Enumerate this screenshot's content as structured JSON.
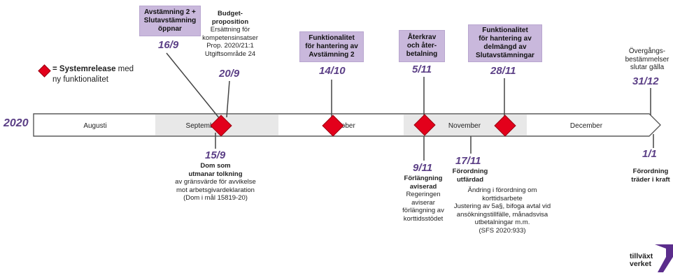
{
  "year": "2020",
  "legend": {
    "label_bold": "Systemrelease",
    "label_rest_1": " med",
    "label_rest_2": "ny funktionalitet",
    "equals": "="
  },
  "months": [
    "Augusti",
    "September",
    "Oktober",
    "November",
    "December"
  ],
  "top": {
    "m1": {
      "box": [
        "Avstämning 2 +",
        "Slutavstämning",
        "öppnar"
      ],
      "date": "16/9"
    },
    "m2": {
      "title": [
        "Budget-",
        "proposition"
      ],
      "text": [
        "Ersättning för",
        "kompetensinsatser",
        "Prop. 2020/21:1",
        "Utgiftsområde 24"
      ],
      "date": "20/9"
    },
    "m3": {
      "box": [
        "Funktionalitet",
        "för hantering av",
        "Avstämning 2"
      ],
      "date": "14/10"
    },
    "m4": {
      "box": [
        "Återkrav",
        "och åter-",
        "betalning"
      ],
      "date": "5/11"
    },
    "m5": {
      "box": [
        "Funktionalitet",
        "för hantering av",
        "delmängd av",
        "Slutavstämningar"
      ],
      "date": "28/11"
    },
    "m6": {
      "text": [
        "Övergångs-",
        "bestämmelser",
        "slutar gälla"
      ],
      "date": "31/12"
    }
  },
  "bottom": {
    "b1": {
      "date": "15/9",
      "title": [
        "Dom som",
        "utmanar tolkning"
      ],
      "text": [
        "av gränsvärde för avvikelse",
        "mot arbetsgivardeklaration",
        "(Dom i mål 15819-20)"
      ]
    },
    "b2": {
      "date": "9/11",
      "title": [
        "Förlängning",
        "aviserad"
      ],
      "text": [
        "Regeringen",
        "aviserar",
        "förlängning av",
        "korttidsstödet"
      ]
    },
    "b3": {
      "date": "17/11",
      "title": [
        "Förordning",
        "utfärdad"
      ],
      "text": [
        "Ändring i förordning om",
        "korttidsarbete",
        "Justering av 5a§, bifoga avtal vid",
        "ansökningstillfälle, månadsvisa",
        "utbetalningar m.m.",
        "(SFS 2020:933)"
      ]
    },
    "b4": {
      "date": "1/1",
      "title": [
        "Förordning",
        "träder i kraft"
      ]
    }
  },
  "logo": [
    "tillväxt",
    "verket"
  ],
  "colors": {
    "diamond": "#e3001b",
    "box": "#c9b8dc",
    "date": "#5b3f86",
    "band": "#e8e8e8"
  }
}
